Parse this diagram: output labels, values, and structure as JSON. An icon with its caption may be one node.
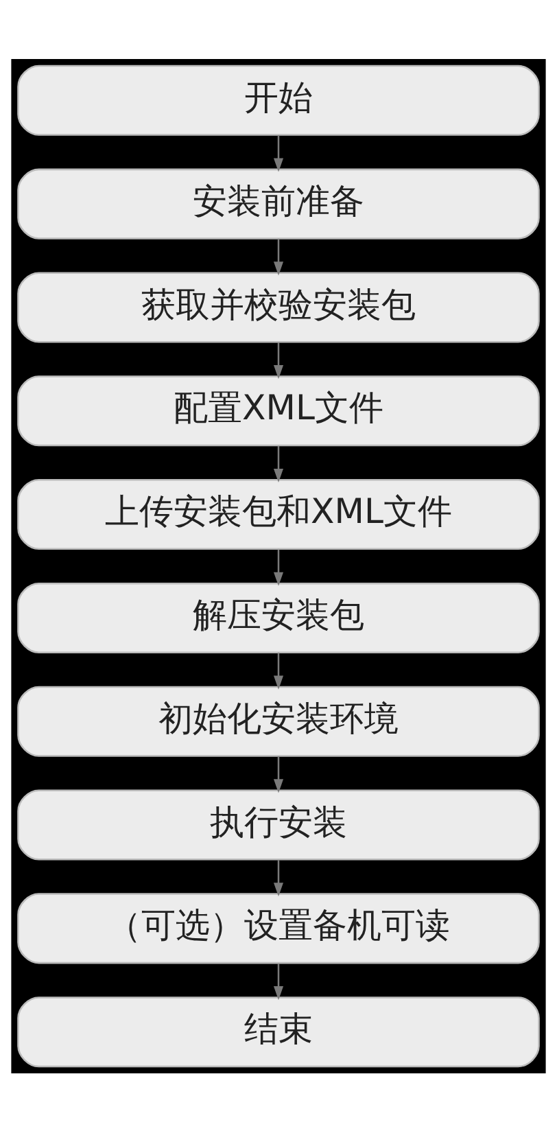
{
  "diagram": {
    "nodes": [
      {
        "text": [
          "开始"
        ]
      },
      {
        "text": [
          "安装前准备"
        ]
      },
      {
        "text": [
          "获取并校验安装包"
        ]
      },
      {
        "text": [
          "配置XML文件"
        ]
      },
      {
        "text": [
          "上传安装包和XML文件"
        ]
      },
      {
        "text": [
          "解压安装包"
        ]
      },
      {
        "text": [
          "初始化安装环境"
        ]
      },
      {
        "text": [
          "执行安装"
        ]
      },
      {
        "text": [
          "（可选）设置备机可读"
        ]
      },
      {
        "text": [
          "结束"
        ]
      }
    ],
    "edges": [
      {
        "from": 0,
        "to": 1,
        "arrow": "to"
      },
      {
        "from": 1,
        "to": 2,
        "arrow": "to"
      },
      {
        "from": 2,
        "to": 3,
        "arrow": "to"
      },
      {
        "from": 3,
        "to": 4,
        "arrow": "to"
      },
      {
        "from": 4,
        "to": 5,
        "arrow": "to"
      },
      {
        "from": 5,
        "to": 6,
        "arrow": "to"
      },
      {
        "from": 6,
        "to": 7,
        "arrow": "to"
      },
      {
        "from": 7,
        "to": 8,
        "arrow": "to"
      },
      {
        "from": 8,
        "to": 9,
        "arrow": "to"
      }
    ]
  }
}
